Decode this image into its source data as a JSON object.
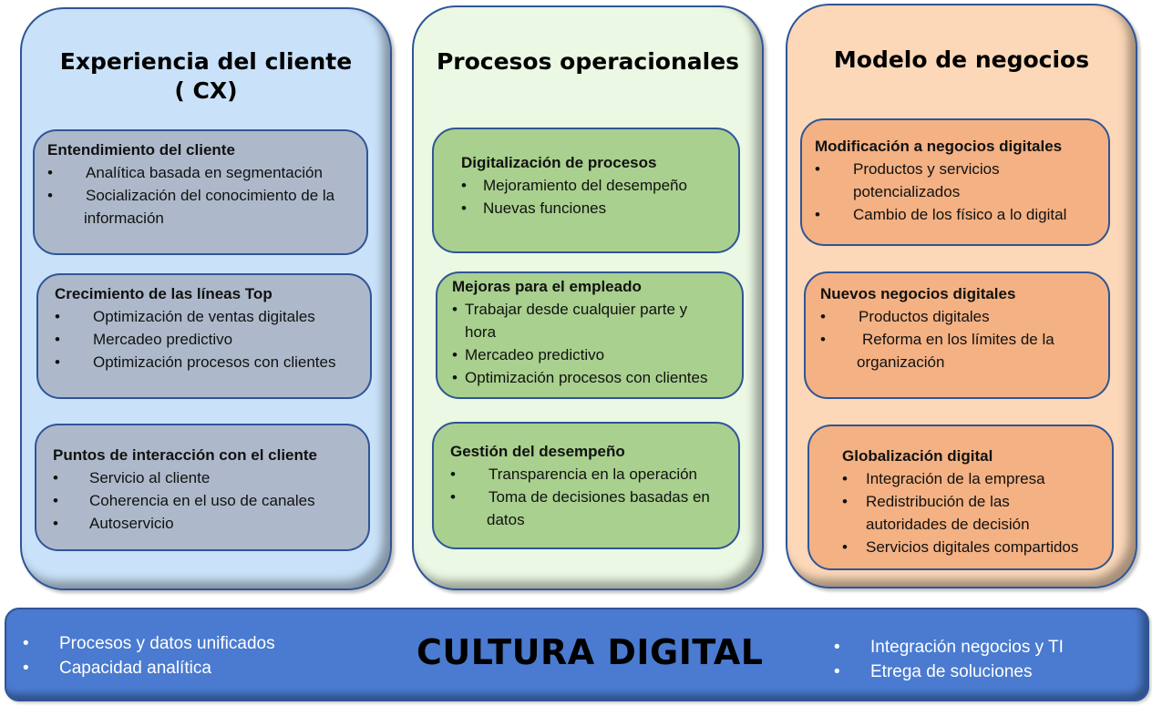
{
  "columns": [
    {
      "title_line1": "Experiencia del cliente",
      "title_line2": "( CX)",
      "fill": "#c9e2f9",
      "card_fill": "#adb9ca",
      "cards": [
        {
          "title": "Entendimiento del cliente",
          "items": [
            "Analítica basada en segmentación",
            "Socialización del conocimiento de la",
            "información"
          ]
        },
        {
          "title": "Crecimiento de las líneas Top",
          "items": [
            "Optimización de ventas digitales",
            "Mercadeo predictivo",
            "Optimización procesos con clientes"
          ]
        },
        {
          "title": "Puntos de interacción con el cliente",
          "items": [
            "Servicio al cliente",
            "Coherencia en el uso de canales",
            "Autoservicio"
          ]
        }
      ]
    },
    {
      "title_line1": "Procesos operacionales",
      "fill": "#ebf8e3",
      "card_fill": "#a9d08e",
      "cards": [
        {
          "title": "Digitalización de procesos",
          "items": [
            "Mejoramiento del desempeño",
            "Nuevas funciones"
          ]
        },
        {
          "title": "Mejoras para el empleado",
          "items": [
            "Trabajar desde cualquier parte y",
            "hora",
            "Mercadeo predictivo",
            "Optimización procesos con clientes"
          ]
        },
        {
          "title": "Gestión del desempeño",
          "items": [
            "Transparencia en la operación",
            "Toma de decisiones basadas en",
            "datos"
          ]
        }
      ]
    },
    {
      "title_line1": "Modelo de negocios",
      "fill": "#fcd8b8",
      "card_fill": "#f4b183",
      "cards": [
        {
          "title": "Modificación a negocios digitales",
          "items": [
            "Productos y servicios",
            "potencializados",
            "Cambio de los físico a lo digital"
          ]
        },
        {
          "title": "Nuevos negocios digitales",
          "items": [
            "Productos digitales",
            "Reforma en los límites de la",
            "organización"
          ]
        },
        {
          "title": "Globalización digital",
          "items": [
            "Integración de la empresa",
            "Redistribución de las",
            "autoridades de decisión",
            "Servicios digitales compartidos"
          ]
        }
      ]
    }
  ],
  "banner": {
    "title": "CULTURA DIGITAL",
    "left_items": [
      "Procesos y datos unificados",
      "Capacidad analítica"
    ],
    "right_items": [
      "Integración negocios y TI",
      "Etrega de soluciones"
    ],
    "fill": "#4a7bd0"
  },
  "bullet": "•"
}
